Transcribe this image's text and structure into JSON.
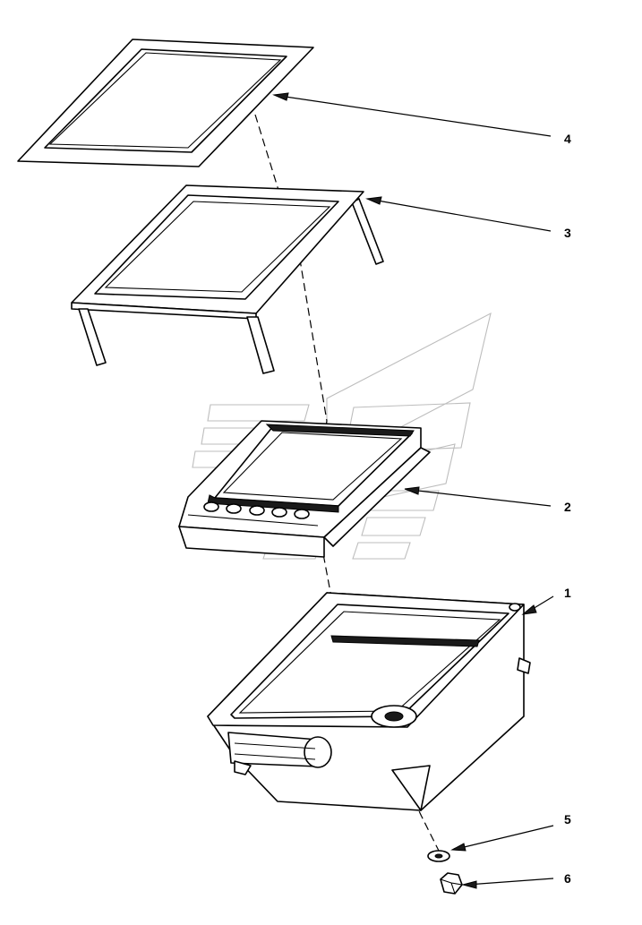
{
  "diagram": {
    "type": "exploded-assembly",
    "parts": [
      {
        "id": "gasket",
        "callout": "4"
      },
      {
        "id": "frame",
        "callout": "3"
      },
      {
        "id": "display-module",
        "callout": "2"
      },
      {
        "id": "housing",
        "callout": "1"
      },
      {
        "id": "washer",
        "callout": "5"
      },
      {
        "id": "nut",
        "callout": "6"
      }
    ],
    "colors": {
      "line": "#000000",
      "watermark": "#bdbdbd",
      "background": "#ffffff"
    }
  }
}
